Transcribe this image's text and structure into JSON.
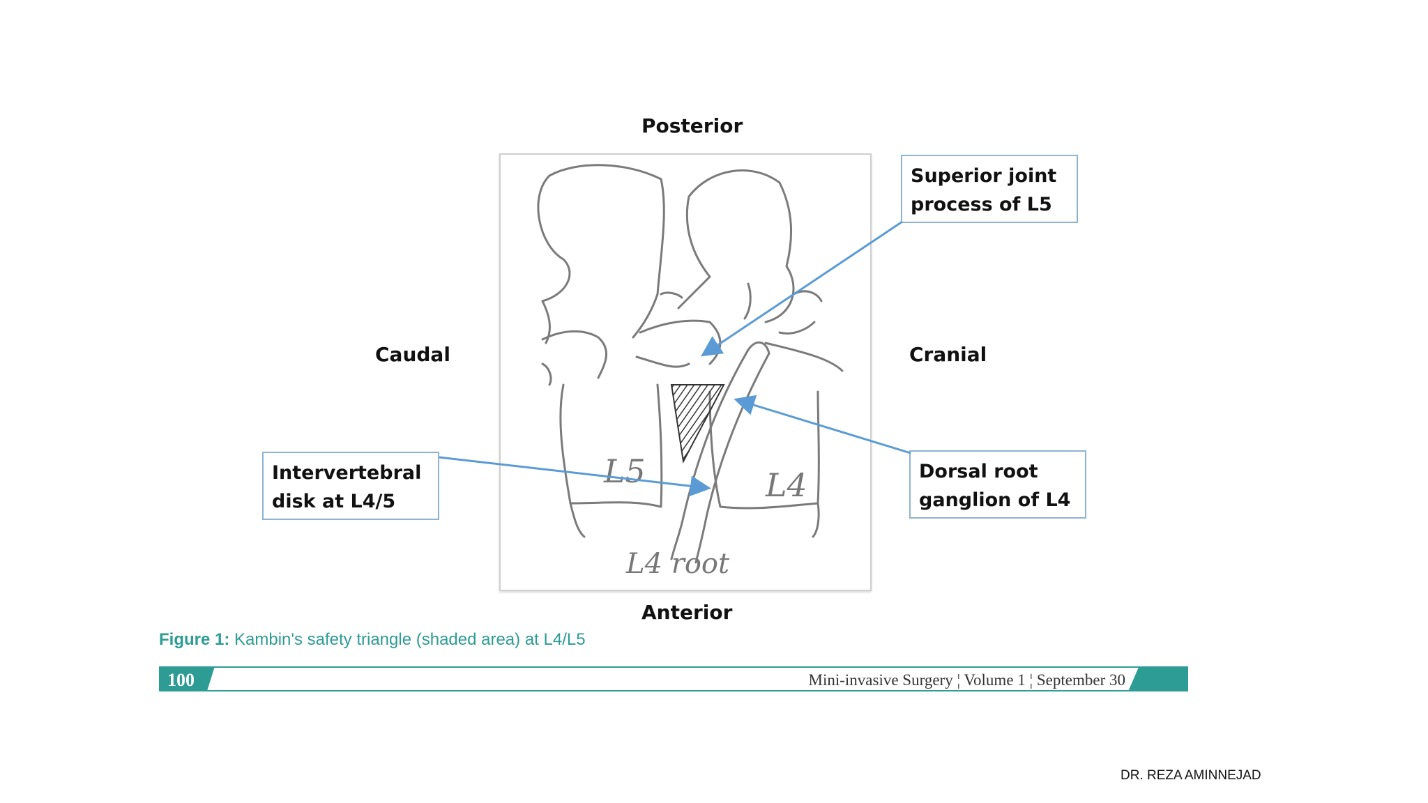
{
  "orientation": {
    "posterior": "Posterior",
    "anterior": "Anterior",
    "caudal": "Caudal",
    "cranial": "Cranial"
  },
  "sketch": {
    "l5_label": "L5",
    "l4_label": "L4",
    "root_label": "L4 root"
  },
  "callouts": {
    "superior_joint": [
      "Superior joint",
      "process of L5"
    ],
    "drg": [
      "Dorsal root",
      "ganglion of L4"
    ],
    "disk": [
      "Intervertebral",
      "disk at L4/5"
    ]
  },
  "caption": {
    "label": "Figure 1:",
    "text": "Kambin's safety triangle (shaded area) at L4/L5"
  },
  "footer": {
    "page_number": "100",
    "journal": "Mini-invasive Surgery ¦ Volume 1 ¦ September 30"
  },
  "credit": "DR. REZA AMINNEJAD",
  "colors": {
    "teal": "#2c9c94",
    "callout_border": "#8db3d3",
    "arrow": "#5b9bd5",
    "sketch_line": "#7a7a7a"
  }
}
